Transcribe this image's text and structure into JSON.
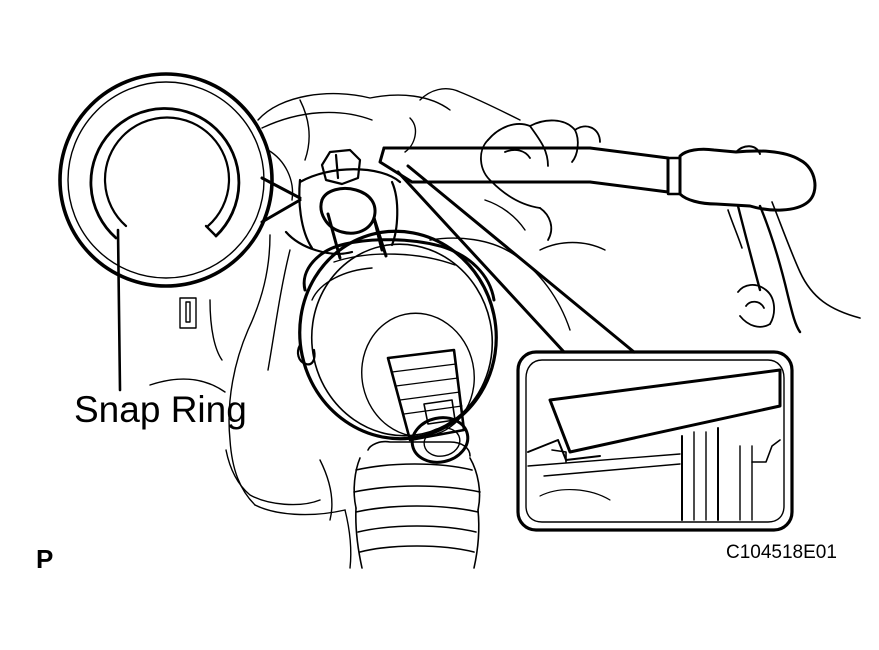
{
  "callout_label": "Snap Ring",
  "view_label": "P",
  "figure_id": "C104518E01",
  "line_color": "#000000",
  "background_color": "#ffffff"
}
